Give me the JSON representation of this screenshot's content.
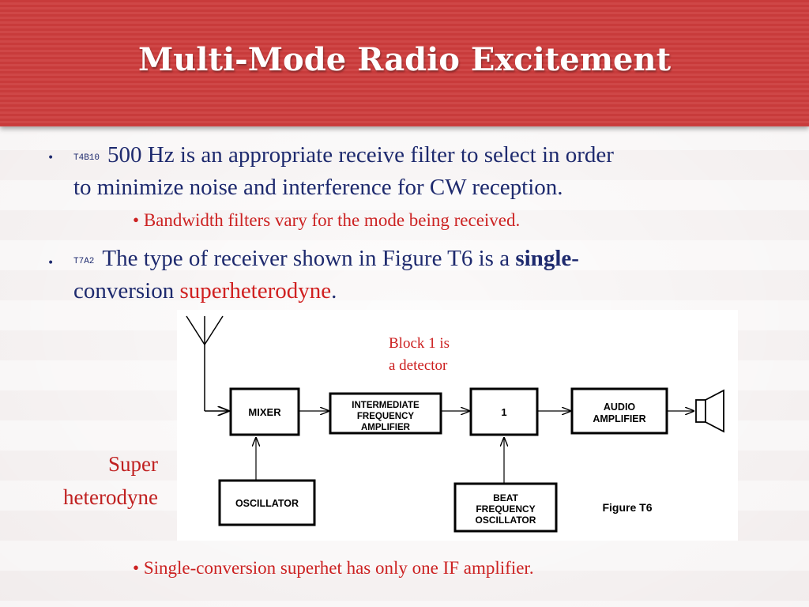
{
  "slide": {
    "title": "Multi-Mode Radio Excitement",
    "bullets": [
      {
        "code": "T4B10",
        "line1": "500 Hz is an appropriate receive filter to select in order",
        "line2": "to minimize noise and interference for CW reception.",
        "sub": "Bandwidth filters vary for the mode being received."
      },
      {
        "code": "T7A2",
        "line1_a": "The type of receiver shown in Figure T6 is a ",
        "line1_b": "single-",
        "line2_a": "conversion ",
        "line2_b": "superheterodyne",
        "line2_c": "."
      }
    ],
    "side_label_1": "Super",
    "side_label_2": "heterodyne",
    "bottom_bullet": "Single-conversion superhet has only one IF amplifier."
  },
  "diagram": {
    "annotation_1": "Block 1 is",
    "annotation_2": "a detector",
    "blocks": {
      "mixer": "MIXER",
      "if_1": "INTERMEDIATE",
      "if_2": "FREQUENCY",
      "if_3": "AMPLIFIER",
      "block1": "1",
      "audio_1": "AUDIO",
      "audio_2": "AMPLIFIER",
      "osc": "OSCILLATOR",
      "bfo_1": "BEAT",
      "bfo_2": "FREQUENCY",
      "bfo_3": "OSCILLATOR"
    },
    "figure_label": "Figure T6"
  },
  "colors": {
    "title_bar": "#c83b3b",
    "body_text": "#1e2a6e",
    "accent_red": "#d02020"
  }
}
